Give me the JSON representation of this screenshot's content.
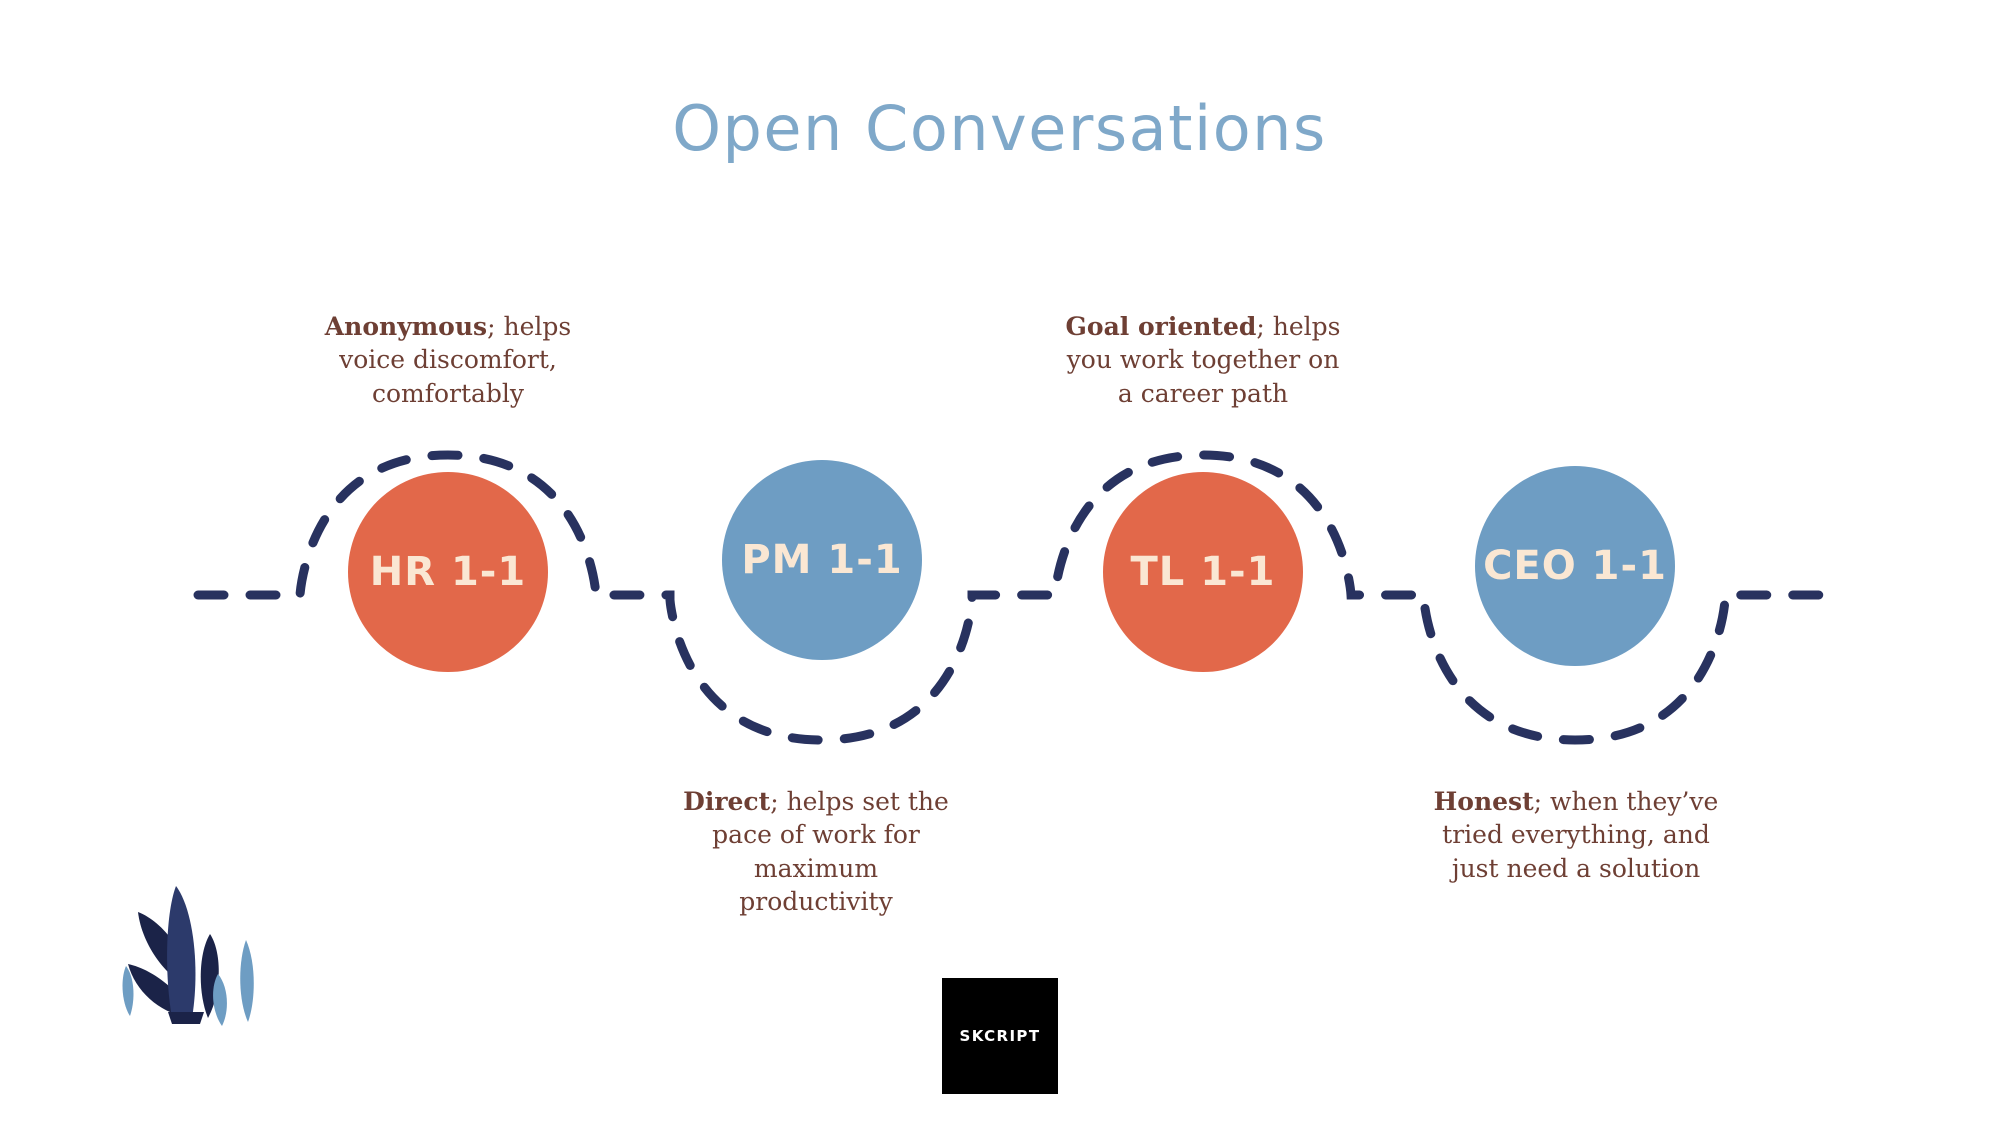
{
  "slide": {
    "title": "Open Conversations",
    "background_color": "#ffffff",
    "title_color": "#7FA8C9"
  },
  "palette": {
    "orange": "#E2684A",
    "blue": "#6E9DC3",
    "navy": "#28325F",
    "navy_dark": "#1B2348",
    "cream": "#FAE7D3",
    "brown": "#6E3F34",
    "title_blue": "#7FA8C9"
  },
  "flow": {
    "nodes": [
      {
        "id": "hr",
        "label": "HR 1-1",
        "color": "#E2684A",
        "arc_direction": "up",
        "caption_position": "above",
        "caption_term": "Anonymous",
        "caption_rest": "; helps voice discomfort, comfortably"
      },
      {
        "id": "pm",
        "label": "PM 1-1",
        "color": "#6E9DC3",
        "arc_direction": "down",
        "caption_position": "below",
        "caption_term": "Direct",
        "caption_rest": "; helps set the pace of work for maximum productivity"
      },
      {
        "id": "tl",
        "label": "TL 1-1",
        "color": "#E2684A",
        "arc_direction": "up",
        "caption_position": "above",
        "caption_term": "Goal oriented",
        "caption_rest": "; helps you work together on a career path"
      },
      {
        "id": "ceo",
        "label": "CEO 1-1",
        "color": "#6E9DC3",
        "arc_direction": "down",
        "caption_position": "below",
        "caption_term": "Honest",
        "caption_rest": "; when they’ve tried everything, and just need a solution"
      }
    ]
  },
  "logo": {
    "text": "SKCRIPT",
    "background_color": "#000000",
    "text_color": "#ffffff"
  },
  "decoration": {
    "plant_name": "leaf-cluster",
    "dark_leaf_color": "#1B2348",
    "mid_leaf_color": "#2C3A6B",
    "light_leaf_color": "#6E9DC3"
  }
}
